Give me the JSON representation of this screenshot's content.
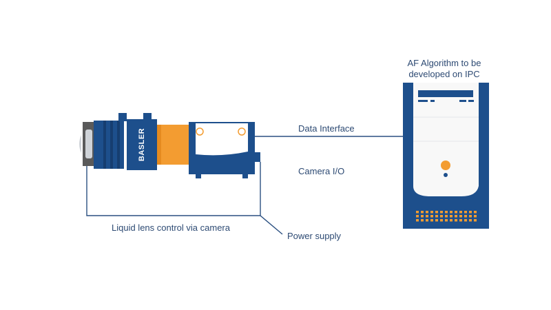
{
  "diagram": {
    "labels": {
      "ipc_title_line1": "AF Algorithm to be",
      "ipc_title_line2": "developed on IPC",
      "data_interface": "Data Interface",
      "camera_io": "Camera I/O",
      "lens_control": "Liquid lens control via camera",
      "power_supply": "Power supply"
    },
    "camera_brand": "BASLER",
    "icons": {
      "camera": "industrial-camera-icon",
      "lens": "liquid-lens-icon",
      "ipc": "industrial-pc-tower-icon"
    },
    "colors": {
      "navy": "#1d4f8c",
      "orange": "#f39c31",
      "lens_grey": "#5a5a5a",
      "line": "#2a4f80",
      "pc_body": "#f8f8f8"
    }
  }
}
